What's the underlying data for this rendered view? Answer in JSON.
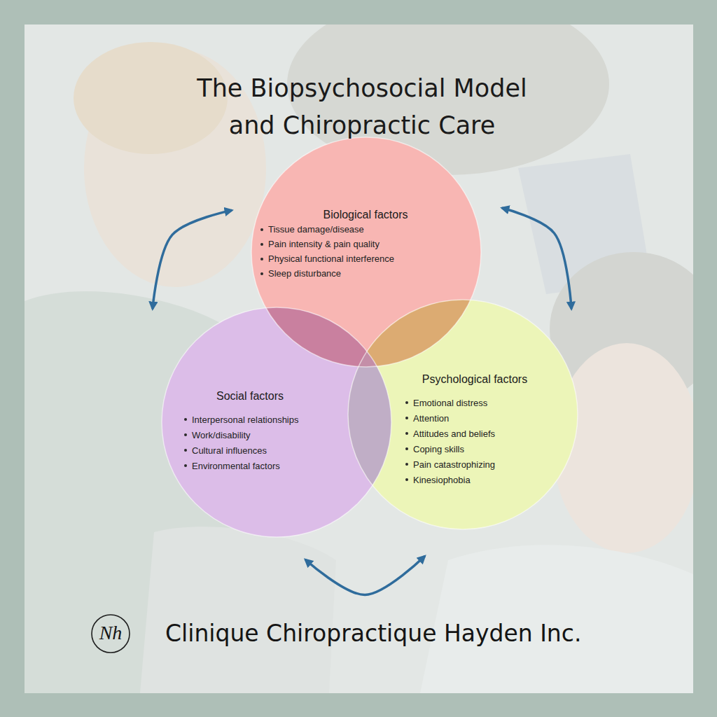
{
  "diagram": {
    "title": "The Biopsychosocial Model and Chiropractic Care",
    "nodes": [
      {
        "text": [
          "Biological factors",
          "Tissue damage/disease",
          "Pain intensity & pain quality",
          "Physical functional interference",
          "Sleep disturbance"
        ]
      },
      {
        "text": [
          "Social factors",
          "Interpersonal relationships",
          "Work/disability",
          "Cultural influences",
          "Environmental factors"
        ]
      },
      {
        "text": [
          "Psychological factors",
          "Emotional distress",
          "Attention",
          "Attitudes and beliefs",
          "Coping skills",
          "Pain catastrophizing",
          "Kinesiophobia"
        ]
      }
    ],
    "edges": [
      {
        "from": 1,
        "to": 0,
        "arrow": "both"
      },
      {
        "from": 0,
        "to": 2,
        "arrow": "both"
      },
      {
        "from": 1,
        "to": 2,
        "arrow": "both"
      }
    ],
    "labels": [
      "Nh",
      "Clinique Chiropractique Hayden Inc."
    ]
  }
}
